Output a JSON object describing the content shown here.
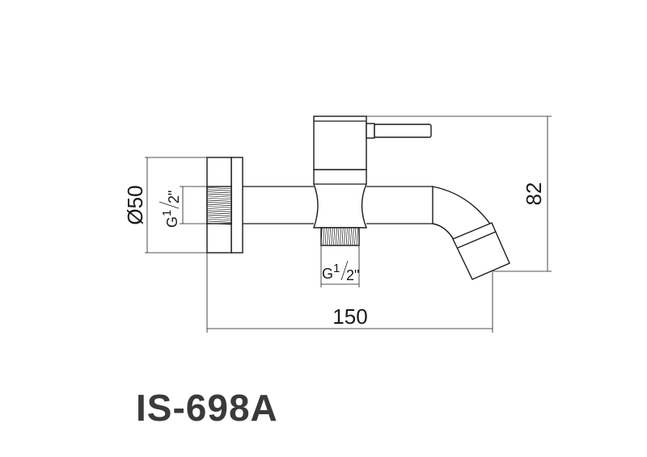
{
  "model": {
    "code": "IS-698A"
  },
  "dimensions": {
    "flange_diameter": "Ø50",
    "overall_length": "150",
    "overall_height": "82"
  },
  "threads": {
    "inlet": {
      "prefix": "G",
      "numerator": "1",
      "denominator": "2\""
    },
    "outlet": {
      "prefix": "G",
      "numerator": "1",
      "denominator": "2\""
    }
  },
  "colors": {
    "line": "#1a1a1a",
    "title": "#3a3a3a"
  }
}
